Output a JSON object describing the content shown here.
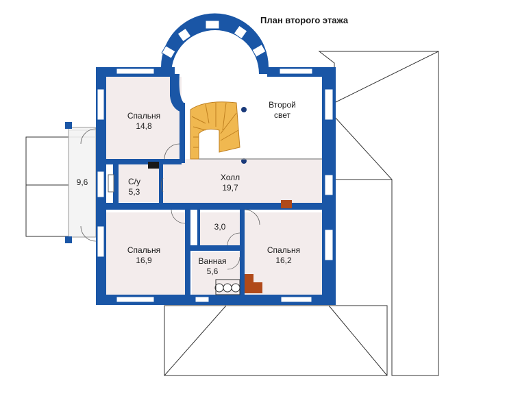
{
  "title": "План второго этажа",
  "colors": {
    "wall": "#1a56a6",
    "room_fill": "#f3ecec",
    "hall_fill": "#f3ecec",
    "roof_line": "#333333",
    "window": "#ffffff",
    "stair": "#f0b850",
    "balcony_grid": "#d8d8d8",
    "stove": "#b04a1a"
  },
  "rooms": [
    {
      "id": "bedroom-1",
      "name": "Спальня",
      "area": "14,8"
    },
    {
      "id": "second-light",
      "name": "Второй",
      "area": "свет"
    },
    {
      "id": "wc",
      "name": "С/у",
      "area": "5,3"
    },
    {
      "id": "hall",
      "name": "Холл",
      "area": "19,7"
    },
    {
      "id": "balcony",
      "name": "",
      "area": "9,6"
    },
    {
      "id": "closet",
      "name": "",
      "area": "3,0"
    },
    {
      "id": "bedroom-2",
      "name": "Спальня",
      "area": "16,9"
    },
    {
      "id": "bathroom",
      "name": "Ванная",
      "area": "5,6"
    },
    {
      "id": "bedroom-3",
      "name": "Спальня",
      "area": "16,2"
    }
  ]
}
